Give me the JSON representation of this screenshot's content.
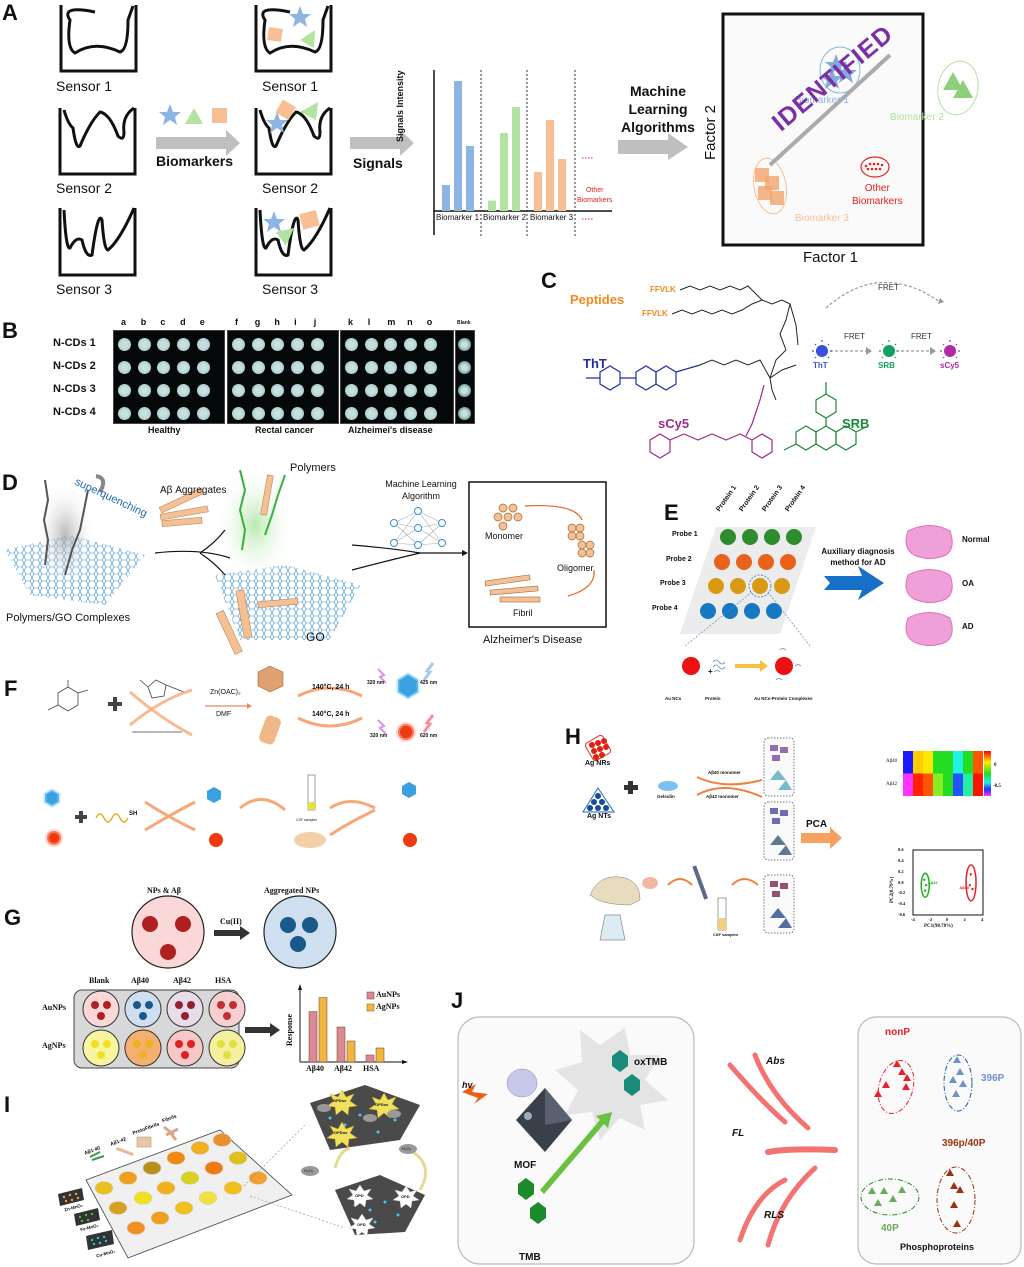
{
  "panels": {
    "A": {
      "label": "A",
      "sensors_left": [
        "Sensor 1",
        "Sensor 2",
        "Sensor 3"
      ],
      "sensors_right": [
        "Sensor 1",
        "Sensor 2",
        "Sensor 3"
      ],
      "arrow1_label": "Biomarkers",
      "arrow2_label": "Signals",
      "arrow3_label_lines": [
        "Machine",
        "Learning",
        "Algorithms"
      ],
      "signal_chart": {
        "ylabel": "Signals Intensity",
        "groups": [
          "Biomarker 1",
          "Biomarker 2",
          "Biomarker 3"
        ],
        "other_label_lines": [
          "Other",
          "Biomarkers"
        ],
        "colors": [
          "#8eb4e3",
          "#b3e3a0",
          "#f9bf94"
        ]
      },
      "score_plot": {
        "xlabel": "Factor 1",
        "ylabel": "Factor 2",
        "stamp": "IDENTIFIED",
        "clusters": [
          "Biomarker 1",
          "Biomarker 2",
          "Biomarker 3"
        ],
        "other_lines": [
          "Other",
          "Biomarkers"
        ]
      }
    },
    "B": {
      "label": "B",
      "columns": [
        "a",
        "b",
        "c",
        "d",
        "e",
        "f",
        "g",
        "h",
        "i",
        "j",
        "k",
        "l",
        "m",
        "n",
        "o"
      ],
      "blank_label": "Blank",
      "rows": [
        "N-CDs 1",
        "N-CDs 2",
        "N-CDs 3",
        "N-CDs 4"
      ],
      "groups": [
        "Healthy",
        "Rectal cancer",
        "Alzheimei's disease"
      ]
    },
    "C": {
      "label": "C",
      "peptides": "Peptides",
      "ffvlk": "FFVLK",
      "dyes": [
        "ThT",
        "sCy5",
        "SRB"
      ],
      "fret": "FRET",
      "fret_chain": [
        "ThT",
        "SRB",
        "sCy5"
      ],
      "colors": {
        "tht": "#1f2ea8",
        "scy5": "#a0288e",
        "srb": "#1b8a3a",
        "peptides": "#f08a1c"
      }
    },
    "D": {
      "label": "D",
      "superquenching": "superquenching",
      "aggregates": "Aβ Aggregates",
      "polymers": "Polymers",
      "complexes": "Polymers/GO  Complexes",
      "go": "GO",
      "ml_lines": [
        "Machine Learning",
        "Algorithm"
      ],
      "stages": [
        "Monomer",
        "Oligomer",
        "Fibril"
      ],
      "disease": "Alzheimer's Disease"
    },
    "E": {
      "label": "E",
      "proteins": [
        "Protein 1",
        "Protein 2",
        "Protein 3",
        "Protein 4"
      ],
      "probes": [
        "Probe 1",
        "Probe 2",
        "Probe 3",
        "Probe 4"
      ],
      "probe_colors": [
        "#2e8b2e",
        "#e8621c",
        "#d89a12",
        "#1778c2"
      ],
      "arrow_lines": [
        "Auxiliary diagnosis",
        "method for AD"
      ],
      "outcomes": [
        "Normal",
        "OA",
        "AD"
      ],
      "bottom_labels": [
        "Au NCs",
        "Protein",
        "Au NCs-Protein Complexes"
      ]
    },
    "F": {
      "label": "F",
      "reagent": "Zn(OAC)₂",
      "solvent": "DMF",
      "cond1": "140°C, 24 h",
      "cond2": "140°C, 24 h",
      "ex1": "320 nm",
      "em1": "425 nm",
      "ex2": "320 nm",
      "em2": "620 nm",
      "sh": "SH",
      "csf": "CSF samples"
    },
    "G": {
      "label": "G",
      "np_ab": "NPs & Aβ",
      "aggregated": "Aggregated NPs",
      "cu": "Cu(II)",
      "wells_cols": [
        "Blank",
        "Aβ40",
        "Aβ42",
        "HSA"
      ],
      "wells_rows": [
        "AuNPs",
        "AgNPs"
      ]
    },
    "H": {
      "label": "H",
      "ag_nrs": "Ag  NRs",
      "ag_nts": "Ag  NTs",
      "gelsolin": "Gelsolin",
      "mono40": "Aβ40 monomer",
      "mono42": "Aβ42 monomer",
      "pca": "PCA",
      "csf": "CSF samples",
      "heatmap": {
        "rows": [
          "Aβ40",
          "Aβ42"
        ],
        "colorbar_ticks": [
          "0",
          "-0.5"
        ],
        "cells": [
          [
            "#1a1aff",
            "#ffcc00",
            "#ffe600",
            "#22dd22",
            "#22dd22",
            "#22f0e0",
            "#22dd22",
            "#ff5500"
          ],
          [
            "#ff33ff",
            "#ff2200",
            "#ff5500",
            "#88ee22",
            "#22dd22",
            "#2255ff",
            "#22f0a0",
            "#ff1100"
          ]
        ]
      }
    },
    "I": {
      "label": "I",
      "species": [
        "Aβ1-40",
        "Aβ1-42",
        "ProtoFibrils",
        "Fibrils"
      ],
      "nanozymes": [
        "Zn-MnO₂",
        "Fe-MnO₂",
        "Cu-MnO₂"
      ],
      "opdox": "OPDox",
      "opd": "OPD",
      "h2o2": "H₂O₂"
    },
    "J": {
      "label": "J",
      "hv": "hv",
      "mof": "MOF",
      "tmb": "TMB",
      "oxtmb": "oxTMB",
      "signals": [
        "Abs",
        "FL",
        "RLS"
      ],
      "groups": [
        "nonP",
        "396P",
        "40P",
        "396p/40P"
      ],
      "group_colors": [
        "#e8202a",
        "#6f93c8",
        "#6aaa5a",
        "#9a3210"
      ],
      "phospho": "Phosphoproteins"
    }
  },
  "chart_data": [
    {
      "type": "bar",
      "title": "",
      "xlabel": "",
      "ylabel": "Signals Intensity",
      "categories": [
        "Biomarker 1",
        "Biomarker 2",
        "Biomarker 3"
      ],
      "series": [
        {
          "name": "Sensor 1",
          "values": [
            0.2,
            0.08,
            0.3
          ]
        },
        {
          "name": "Sensor 2",
          "values": [
            1.0,
            0.6,
            0.7
          ]
        },
        {
          "name": "Sensor 3",
          "values": [
            0.5,
            0.8,
            0.4
          ]
        }
      ],
      "ylim": [
        0,
        1.1
      ]
    },
    {
      "type": "bar",
      "title": "",
      "xlabel": "",
      "ylabel": "Response",
      "categories": [
        "Aβ40",
        "Aβ42",
        "HSA"
      ],
      "series": [
        {
          "name": "AuNPs",
          "values": [
            0.72,
            0.5,
            0.1
          ]
        },
        {
          "name": "AgNPs",
          "values": [
            0.92,
            0.3,
            0.2
          ]
        }
      ],
      "legend": "top-right",
      "ylim": [
        0,
        1
      ]
    },
    {
      "type": "scatter",
      "title": "",
      "xlabel": "PC1(98.78%)",
      "ylabel": "PC2(0.79%)",
      "xlim": [
        -4,
        4
      ],
      "ylim": [
        -0.6,
        0.6
      ],
      "xticks": [
        -4,
        -2,
        0,
        2,
        4
      ],
      "yticks": [
        -0.6,
        -0.4,
        -0.2,
        0.0,
        0.2,
        0.4,
        0.6
      ],
      "series": [
        {
          "name": "Aβ42",
          "color": "#1bb31b",
          "points": [
            [
              -2.7,
              0.05
            ],
            [
              -2.5,
              -0.05
            ],
            [
              -2.6,
              -0.15
            ]
          ]
        },
        {
          "name": "Aβ40",
          "color": "#e8202a",
          "points": [
            [
              2.6,
              0.15
            ],
            [
              2.5,
              -0.05
            ],
            [
              2.8,
              -0.12
            ]
          ]
        }
      ]
    }
  ]
}
